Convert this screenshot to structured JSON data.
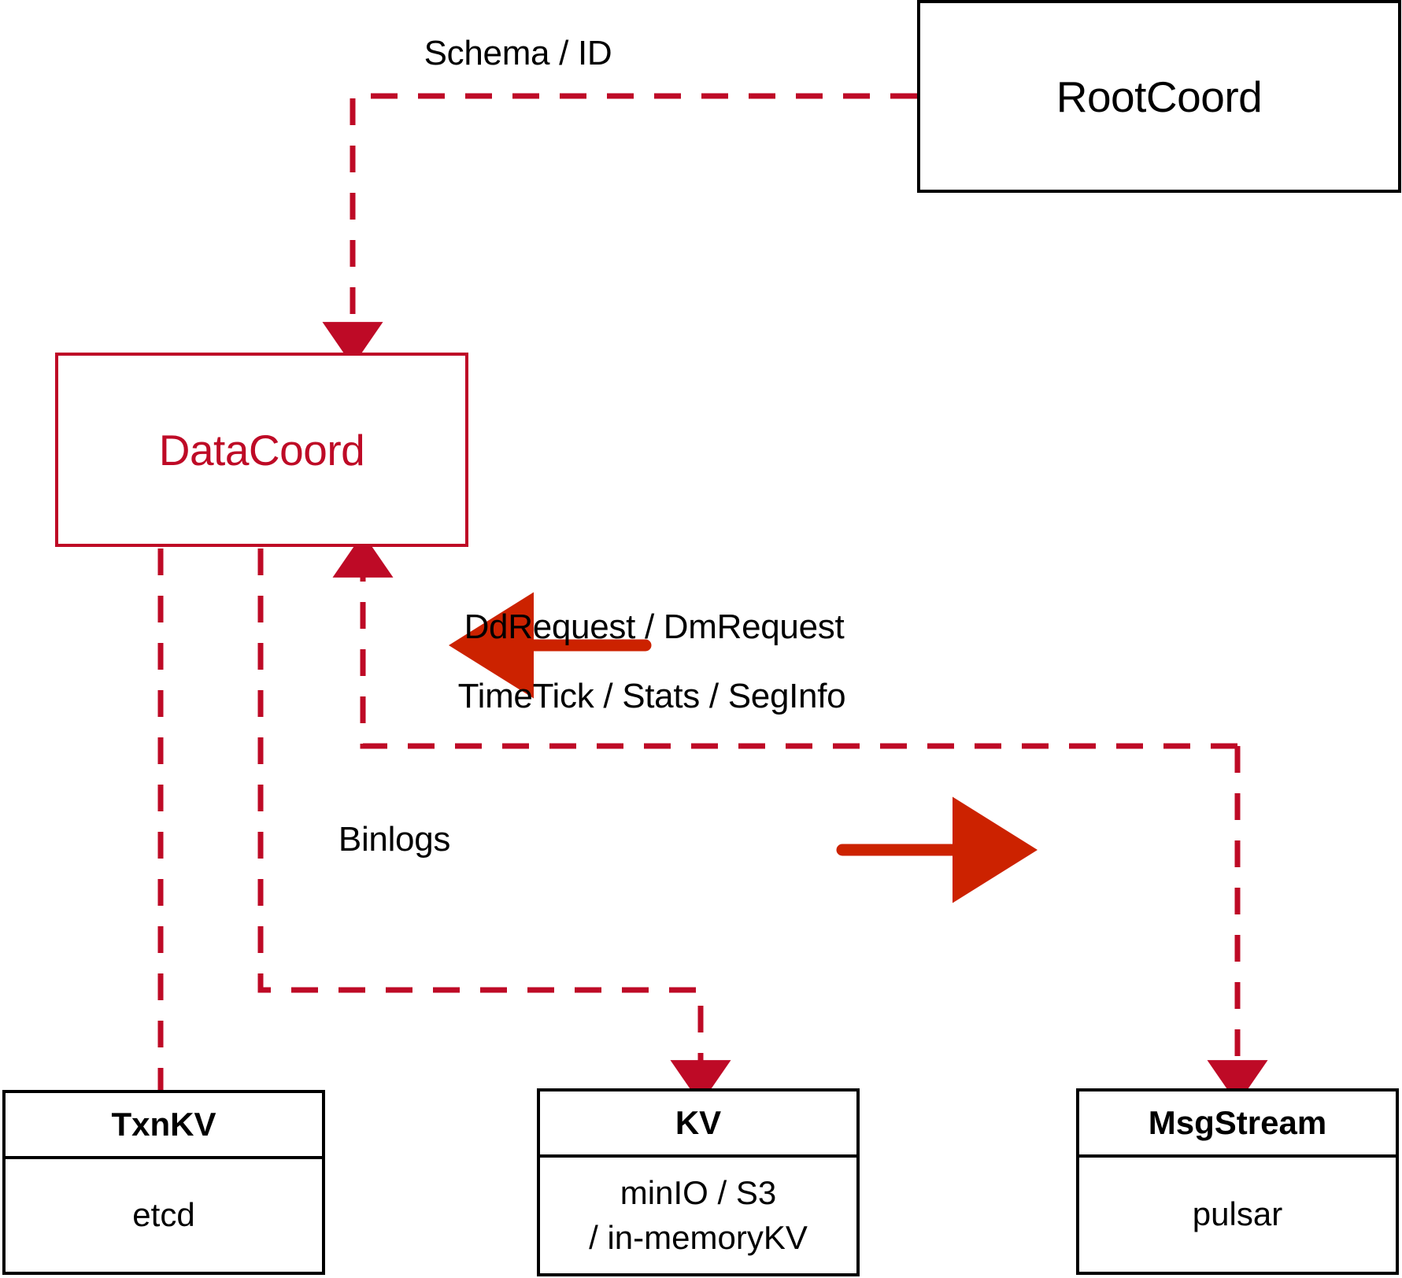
{
  "diagram": {
    "title": "DataCoord component interaction diagram",
    "colors": {
      "accent_red": "#BE0A26",
      "arrow_red": "#CC2200",
      "black": "#000000",
      "background": "#FFFFFF"
    },
    "nodes": [
      {
        "id": "rootcoord",
        "label": "RootCoord",
        "style": "plain-black-box"
      },
      {
        "id": "datacoord",
        "label": "DataCoord",
        "style": "accent-red-box"
      },
      {
        "id": "txnkv",
        "header": "TxnKV",
        "body_lines": [
          "etcd"
        ],
        "style": "split-box"
      },
      {
        "id": "kv",
        "header": "KV",
        "body_lines": [
          "minIO / S3",
          "/ in-memoryKV"
        ],
        "style": "split-box"
      },
      {
        "id": "msgstream",
        "header": "MsgStream",
        "body_lines": [
          "pulsar"
        ],
        "style": "split-box"
      }
    ],
    "edge_labels": [
      {
        "id": "schema-id",
        "text": "Schema / ID"
      },
      {
        "id": "dd-dm-request",
        "text": "DdRequest / DmRequest"
      },
      {
        "id": "timetick-stats-seginfo",
        "text": "TimeTick / Stats / SegInfo"
      },
      {
        "id": "binlogs",
        "text": "Binlogs"
      }
    ],
    "arrows": [
      {
        "id": "rootcoord-to-datacoord",
        "direction": "down",
        "style": "dashed"
      },
      {
        "id": "datacoord-to-txnkv",
        "direction": "down",
        "style": "dashed-no-head"
      },
      {
        "id": "datacoord-to-kv",
        "direction": "down",
        "style": "dashed"
      },
      {
        "id": "msgstream-to-datacoord",
        "direction": "up",
        "style": "dashed"
      },
      {
        "id": "datacoord-to-msgstream",
        "direction": "down",
        "style": "dashed"
      },
      {
        "id": "inbound-flow",
        "direction": "left",
        "style": "solid"
      },
      {
        "id": "outbound-flow",
        "direction": "right",
        "style": "solid"
      }
    ]
  }
}
